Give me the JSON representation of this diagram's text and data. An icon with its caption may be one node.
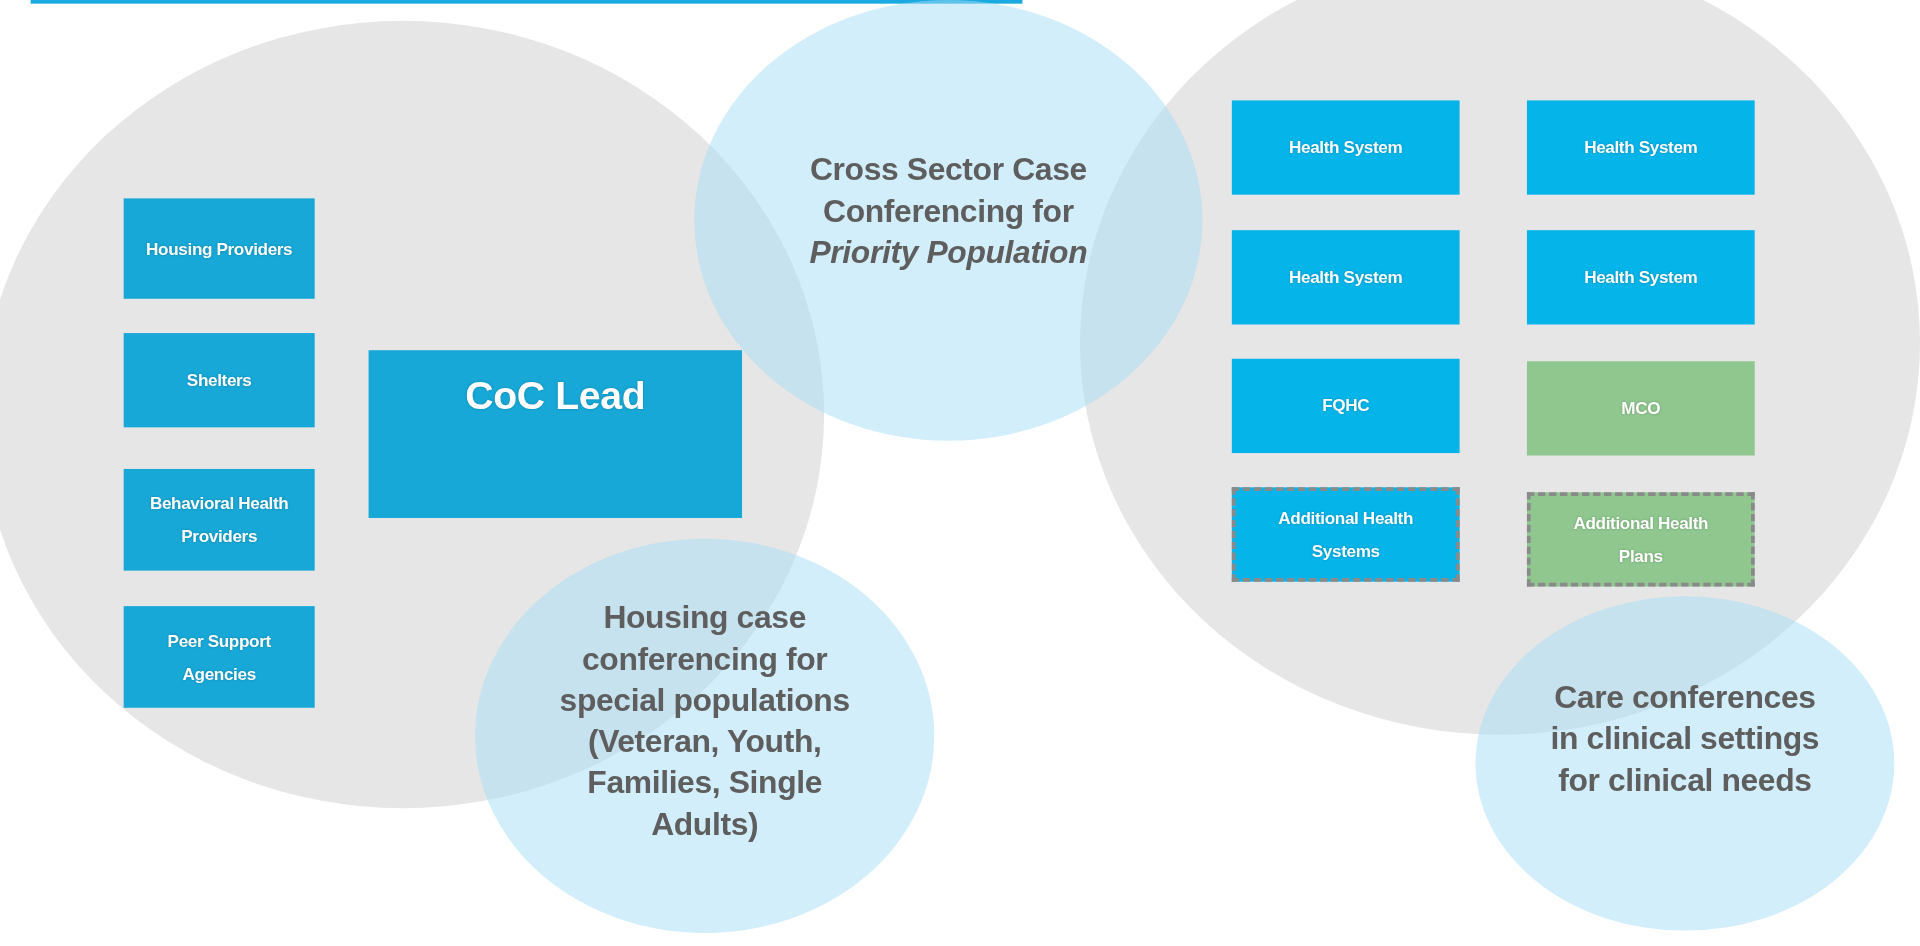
{
  "diagram": {
    "nodes": [
      {
        "text": [],
        "shape": "circle"
      },
      {
        "text": [
          "Housing Providers"
        ],
        "in": 0
      },
      {
        "text": [
          "Shelters"
        ],
        "in": 0
      },
      {
        "text": [
          "Behavioral Health Providers"
        ],
        "in": 0
      },
      {
        "text": [
          "Peer Support Agencies"
        ],
        "in": 0
      },
      {
        "text": [
          "CoC Lead"
        ],
        "in": 0
      },
      {
        "text": [
          "Cross Sector Case Conferencing for *Priority Population*"
        ]
      },
      {
        "text": [
          "Housing case conferencing for special populations (Veteran, Youth, Families, Single Adults)"
        ]
      },
      {
        "text": [],
        "shape": "circle"
      },
      {
        "text": [
          "Health System"
        ],
        "in": 8
      },
      {
        "text": [
          "Health System"
        ],
        "in": 8
      },
      {
        "text": [
          "Health System"
        ],
        "in": 8
      },
      {
        "text": [
          "Health System"
        ],
        "in": 8
      },
      {
        "text": [
          "FQHC"
        ],
        "in": 8
      },
      {
        "text": [
          "MCO"
        ],
        "in": 8
      },
      {
        "text": [
          "Additional Health Systems"
        ],
        "in": 8
      },
      {
        "text": [
          "Additional Health Plans"
        ],
        "in": 8
      },
      {
        "text": [
          "Care conferences in clinical settings for clinical needs"
        ]
      }
    ],
    "edges": []
  }
}
